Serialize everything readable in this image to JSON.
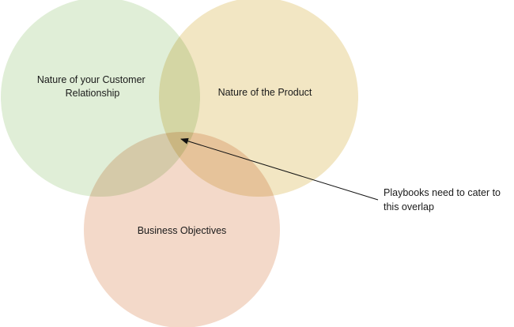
{
  "circles": [
    {
      "id": "customer-relationship",
      "label_lines": [
        "Nature of your Customer",
        "Relationship"
      ],
      "fill": "#e0eed7"
    },
    {
      "id": "product",
      "label_lines": [
        "Nature of the Product"
      ],
      "fill": "#f2e6c3"
    },
    {
      "id": "business-objectives",
      "label_lines": [
        "Business Objectives"
      ],
      "fill": "#f3d9c9"
    }
  ],
  "annotation": {
    "line1": "Playbooks need to cater to",
    "line2": "this overlap"
  },
  "colors": {
    "arrow": "#111111",
    "text": "#1a1a1a"
  }
}
